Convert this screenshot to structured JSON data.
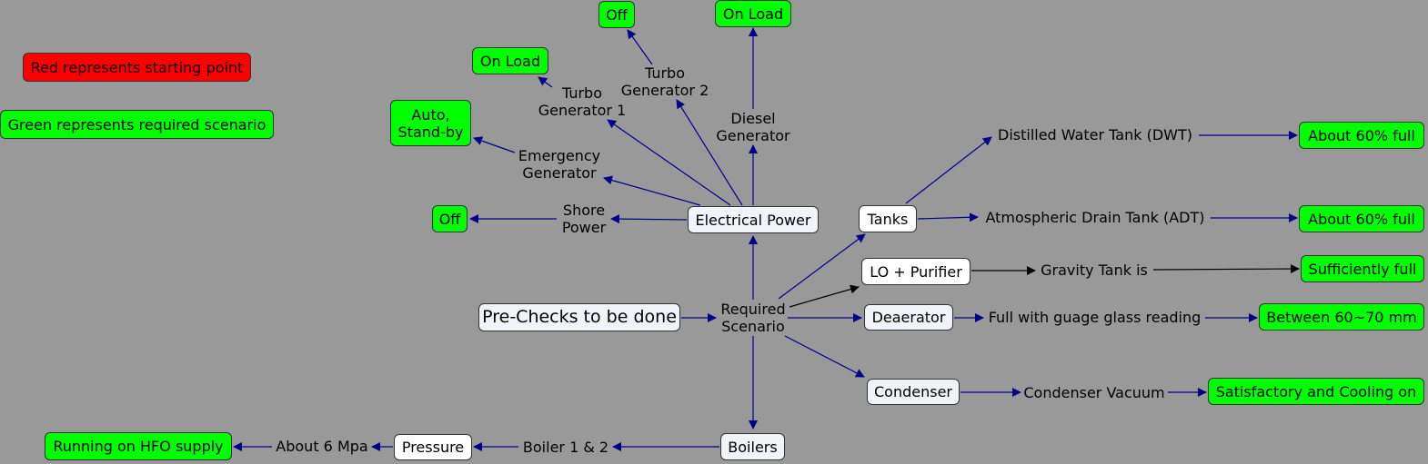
{
  "colors": {
    "background": "#999999",
    "green": "#00ff00",
    "red": "#ff0000",
    "link_blue": "#00008b",
    "link_black": "#000000"
  },
  "legend": {
    "red": "Red represents starting point",
    "green": "Green represents required scenario"
  },
  "nodes": {
    "prechecks": "Pre-Checks to be done",
    "required": "Required\nScenario",
    "electrical": "Electrical Power",
    "boilers": "Boilers",
    "tanks": "Tanks",
    "lo": "LO + Purifier",
    "deaerator": "Deaerator",
    "condenser": "Condenser",
    "shore": "Shore\nPower",
    "emergency": "Emergency\nGenerator",
    "tg1": "Turbo\nGenerator 1",
    "tg2": "Turbo\nGenerator 2",
    "diesel": "Diesel\nGenerator",
    "shore_state": "Off",
    "emergency_state": "Auto,\nStand-by",
    "tg1_state": "On Load",
    "tg2_state": "Off",
    "diesel_state": "On Load",
    "dwt": "Distilled Water Tank (DWT)",
    "adt": "Atmospheric Drain Tank (ADT)",
    "gravity": "Gravity Tank is",
    "deaer_level": "Full with guage glass reading",
    "cond_vac": "Condenser Vacuum",
    "dwt_state": "About 60% full",
    "adt_state": "About 60% full",
    "gravity_state": "Sufficiently full",
    "deaer_state": "Between 60~70 mm",
    "cond_state": "Satisfactory and Cooling on",
    "boiler12": "Boiler 1 & 2",
    "pressure": "Pressure",
    "mpa": "About 6 Mpa",
    "hfo": "Running on HFO supply"
  }
}
